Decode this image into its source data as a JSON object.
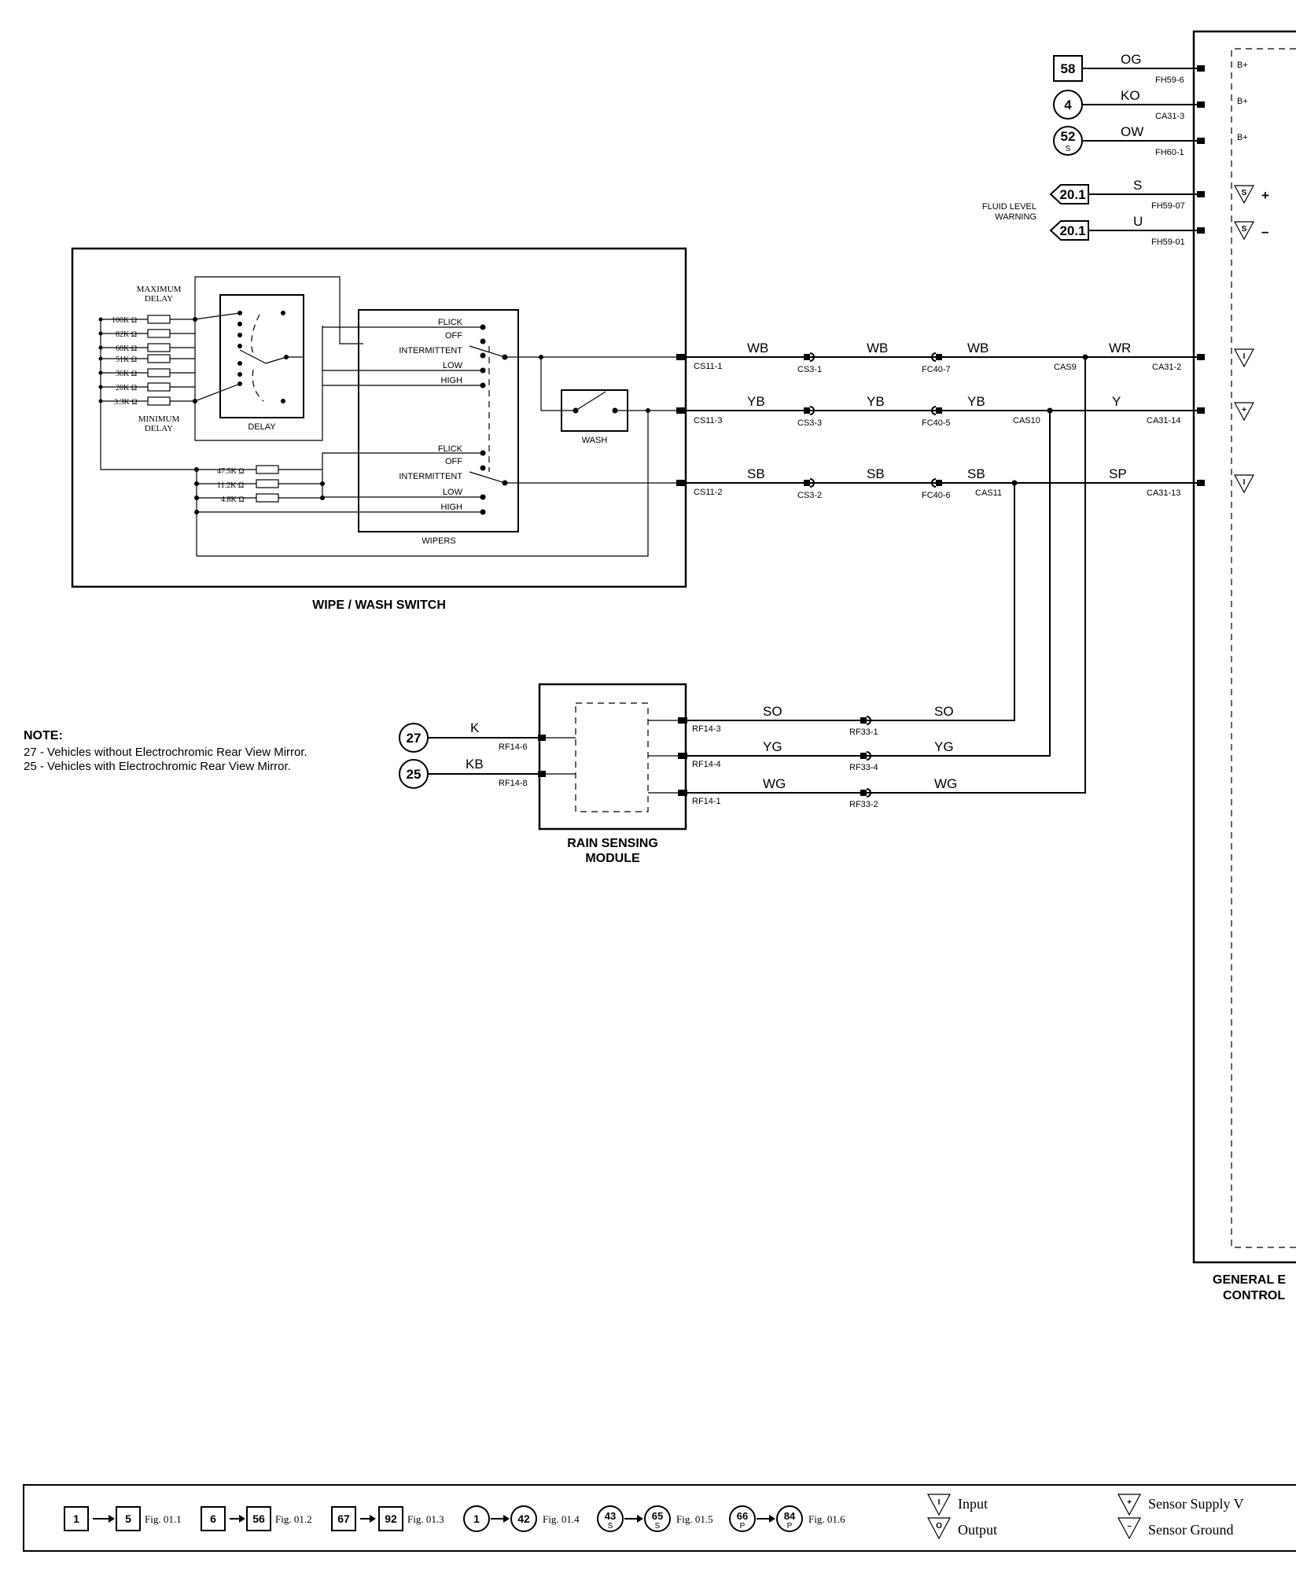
{
  "right_pins": [
    {
      "label": "58",
      "shape": "square",
      "sub": "",
      "wire": "OG",
      "conn": "FH59-6",
      "pin": "B+"
    },
    {
      "label": "4",
      "shape": "circle",
      "sub": "",
      "wire": "KO",
      "conn": "CA31-3",
      "pin": "B+"
    },
    {
      "label": "52",
      "shape": "circle",
      "sub": "S",
      "wire": "OW",
      "conn": "FH60-1",
      "pin": "B+"
    },
    {
      "label": "20.1",
      "shape": "arrow",
      "sub": "",
      "wire": "S",
      "conn": "FH59-07",
      "pin": "+"
    },
    {
      "label": "20.1",
      "shape": "arrow",
      "sub": "",
      "wire": "U",
      "conn": "FH59-01",
      "pin": "–"
    }
  ],
  "fluid_level": [
    "FLUID LEVEL",
    "WARNING"
  ],
  "switch": {
    "title": "WIPE / WASH SWITCH",
    "max_delay": [
      "MAXIMUM",
      "DELAY"
    ],
    "min_delay": [
      "MINIMUM",
      "DELAY"
    ],
    "delay": "DELAY",
    "wash": "WASH",
    "wipers": "WIPERS",
    "resistors": [
      "100K Ω",
      "82K Ω",
      "68K Ω",
      "51K Ω",
      "36K Ω",
      "20K Ω",
      "3.3K Ω"
    ],
    "wiper_resistors": [
      "47.5K Ω",
      "11.2K Ω",
      "4.8K Ω"
    ],
    "positions": [
      "FLICK",
      "OFF",
      "INTERMITTENT",
      "LOW",
      "HIGH"
    ]
  },
  "harness": [
    {
      "c1": "CS11-1",
      "w1": "WB",
      "c2": "CS3-1",
      "w2": "WB",
      "c3": "FC40-7",
      "w3": "WB",
      "splice": "CAS9",
      "w4": "WR",
      "c4": "CA31-2",
      "pin": "I"
    },
    {
      "c1": "CS11-3",
      "w1": "YB",
      "c2": "CS3-3",
      "w2": "YB",
      "c3": "FC40-5",
      "w3": "YB",
      "splice": "CAS10",
      "w4": "Y",
      "c4": "CA31-14",
      "pin": "+"
    },
    {
      "c1": "CS11-2",
      "w1": "SB",
      "c2": "CS3-2",
      "w2": "SB",
      "c3": "FC40-6",
      "w3": "SB",
      "splice": "CAS11",
      "w4": "SP",
      "c4": "CA31-13",
      "pin": "I"
    }
  ],
  "rain": {
    "title": [
      "RAIN SENSING",
      "MODULE"
    ],
    "inputs": [
      {
        "label": "27",
        "wire": "K",
        "conn": "RF14-6"
      },
      {
        "label": "25",
        "wire": "KB",
        "conn": "RF14-8"
      }
    ],
    "outputs": [
      {
        "conn": "RF14-3",
        "w1": "SO",
        "c2": "RF33-1",
        "w2": "SO"
      },
      {
        "conn": "RF14-4",
        "w1": "YG",
        "c2": "RF33-4",
        "w2": "YG"
      },
      {
        "conn": "RF14-1",
        "w1": "WG",
        "c2": "RF33-2",
        "w2": "WG"
      }
    ]
  },
  "note": {
    "title": "NOTE:",
    "lines": [
      "27 - Vehicles  without Electrochromic Rear View Mirror.",
      "25 - Vehicles with Electrochromic Rear View Mirror."
    ]
  },
  "gem": [
    "GENERAL E",
    "CONTROL"
  ],
  "legend": {
    "ranges": [
      {
        "from": "1",
        "to": "5",
        "shape": "square",
        "sub": "",
        "fig": "Fig. 01.1"
      },
      {
        "from": "6",
        "to": "56",
        "shape": "square",
        "sub": "",
        "fig": "Fig. 01.2"
      },
      {
        "from": "67",
        "to": "92",
        "shape": "square",
        "sub": "",
        "fig": "Fig. 01.3"
      },
      {
        "from": "1",
        "to": "42",
        "shape": "circle",
        "sub": "",
        "fig": "Fig. 01.4"
      },
      {
        "from": "43",
        "to": "65",
        "shape": "circle",
        "sub": "S",
        "fig": "Fig. 01.5"
      },
      {
        "from": "66",
        "to": "84",
        "shape": "circle",
        "sub": "P",
        "fig": "Fig. 01.6"
      }
    ],
    "symbols": [
      {
        "glyph": "I",
        "text": "Input"
      },
      {
        "glyph": "O",
        "text": "Output"
      },
      {
        "glyph": "+",
        "text": "Sensor Supply V"
      },
      {
        "glyph": "–",
        "text": "Sensor Ground"
      }
    ]
  }
}
